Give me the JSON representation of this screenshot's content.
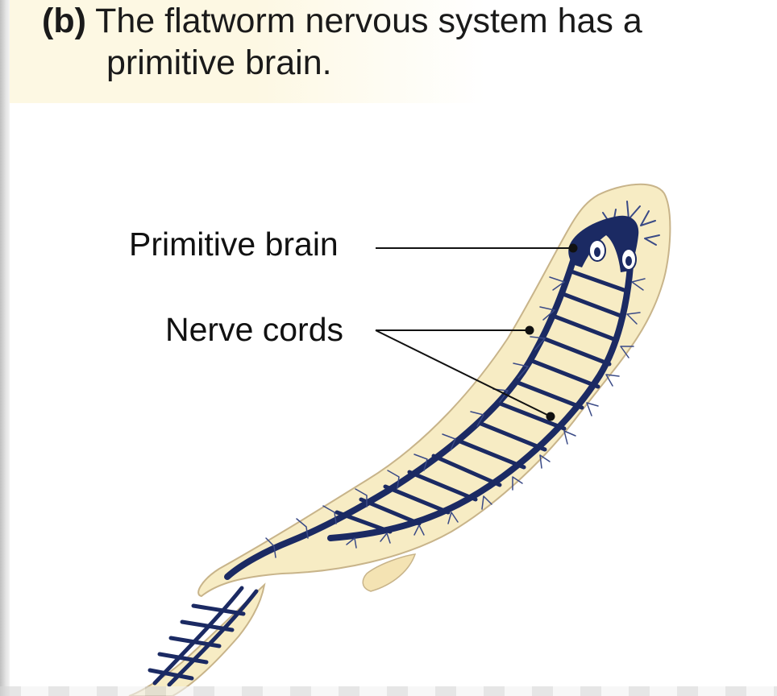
{
  "caption": {
    "tag": "(b)",
    "line1": "The flatworm nervous system has a",
    "line2": "primitive brain."
  },
  "labels": {
    "brain": "Primitive brain",
    "cords": "Nerve cords"
  },
  "colors": {
    "body_fill": "#f7ecc4",
    "body_outline": "#c8b48a",
    "nerve": "#1b2a63",
    "title_band": "#fdf8e3",
    "leader_line": "#111111"
  }
}
